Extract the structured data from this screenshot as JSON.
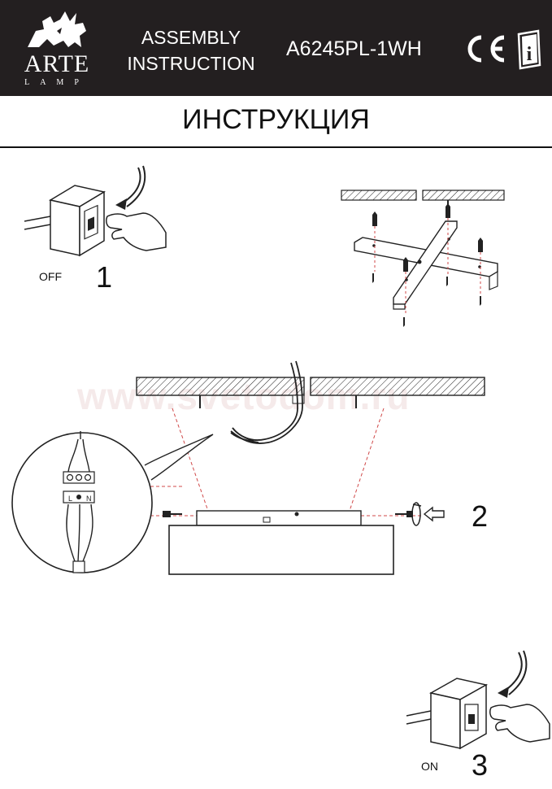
{
  "header": {
    "brand": "ARTE",
    "brand_sub": "LAMP",
    "doc_line1": "ASSEMBLY",
    "doc_line2": "INSTRUCTION",
    "model": "A6245PL-1WH",
    "ce_mark": "CE",
    "info_icon": "info-book-icon"
  },
  "title": "ИНСТРУКЦИЯ",
  "watermark": "www.svetodom.ru",
  "steps": [
    {
      "number": "1",
      "label": "OFF"
    },
    {
      "number": "2",
      "label": ""
    },
    {
      "number": "3",
      "label": "ON"
    }
  ],
  "terminal": {
    "labels": [
      "L",
      "N"
    ]
  },
  "colors": {
    "header_bg": "#231f20",
    "ink": "#111111",
    "guide_line": "#d04848"
  }
}
